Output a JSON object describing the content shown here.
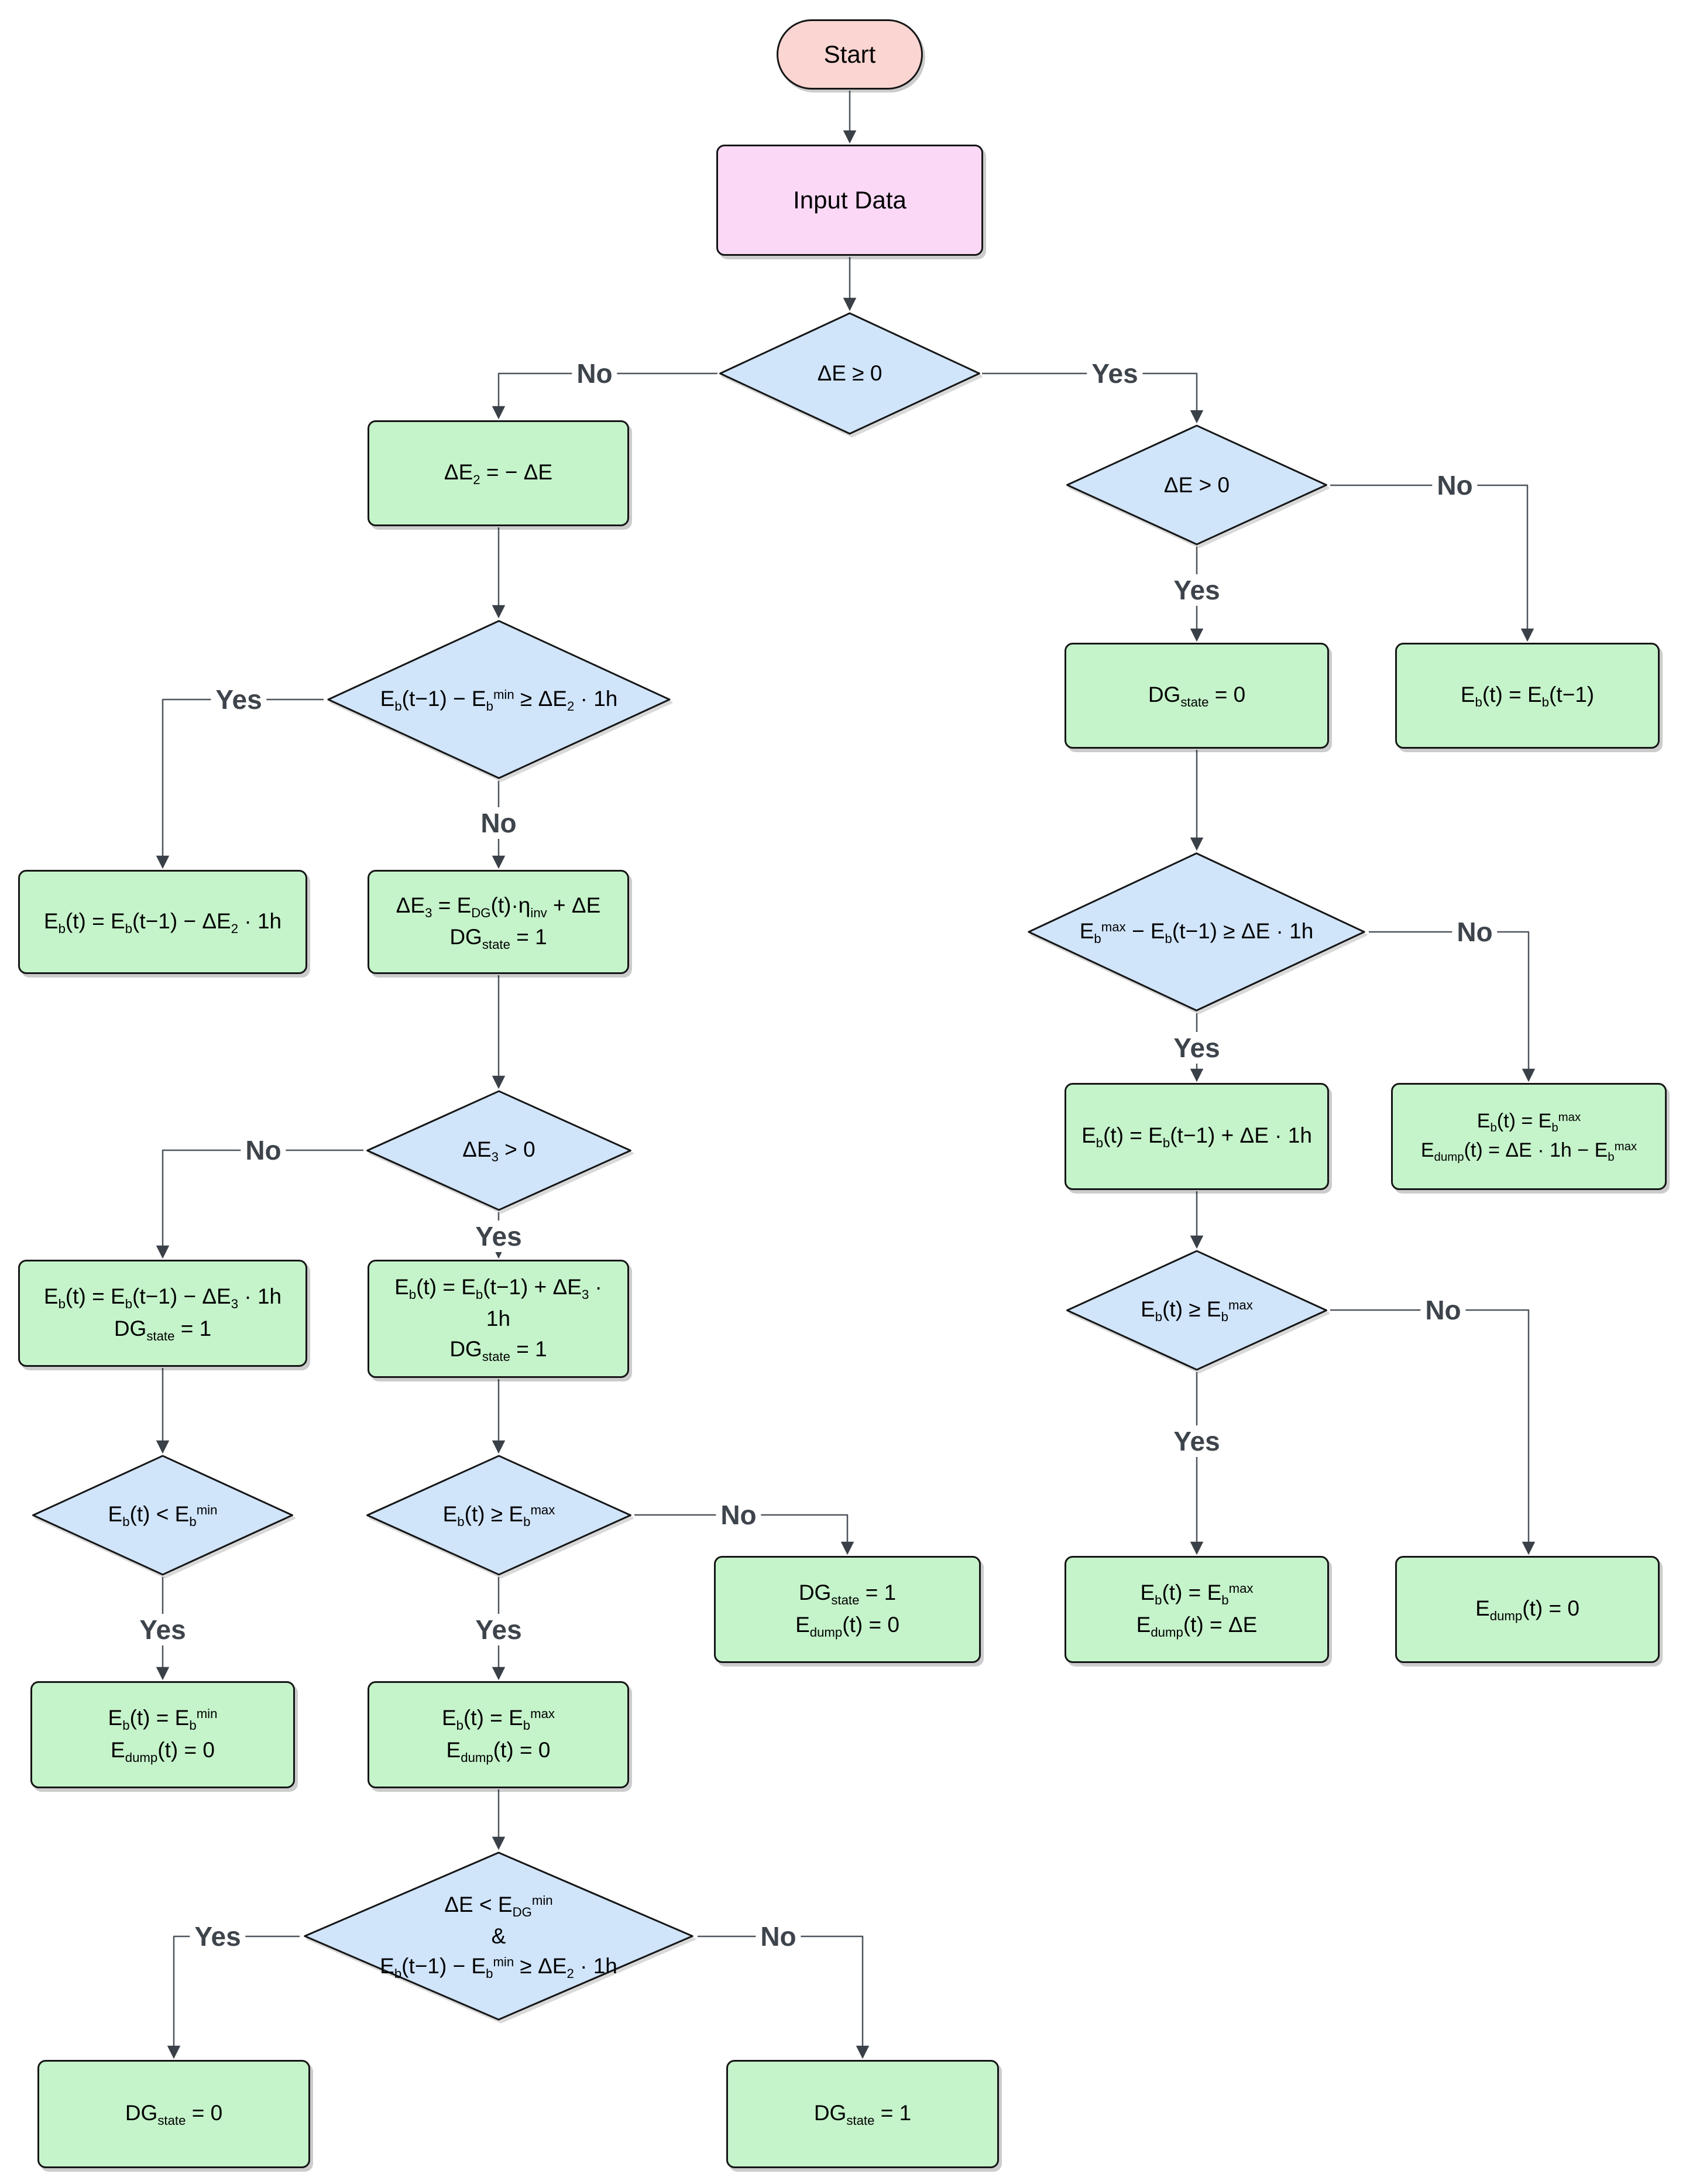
{
  "diagram": {
    "type": "flowchart",
    "topic": "Battery / diesel-generator energy dispatch decision logic"
  },
  "colors": {
    "terminator_fill": "#fbd5d2",
    "io_fill": "#fbd9f6",
    "process_fill": "#c5f3ca",
    "decision_fill": "#d0e4fa",
    "shape_border": "#161616",
    "connector": "#4e555c",
    "branch_label": "#3e444b",
    "background": "#ffffff"
  },
  "nodes": {
    "start": {
      "text": "Start"
    },
    "input": {
      "text": "Input Data"
    },
    "d1": {
      "text": "ΔE ≥ 0"
    },
    "b_de2": {
      "text": "ΔE~2~ = − ΔE"
    },
    "d2": {
      "text": "ΔE > 0"
    },
    "d3": {
      "text": "E~b~(t−1) − E~b~^min^ ≥ ΔE~2~ · 1h"
    },
    "b_dg0_right": {
      "text": "DG~state~ = 0"
    },
    "b_eb_prev": {
      "text": "E~b~(t) =  E~b~(t−1)"
    },
    "b_eb_minus_de2": {
      "text": "E~b~(t) =  E~b~(t−1) − ΔE~2~ · 1h"
    },
    "b_de3": {
      "text": "ΔE~3~ = E~DG~(t)·η~inv~ + ΔE\nDG~state~ = 1"
    },
    "d4": {
      "text": "E~b~^max^ −  E~b~(t−1) ≥ ΔE · 1h"
    },
    "b_eb_plus_de": {
      "text": "E~b~(t) =  E~b~(t−1) + ΔE · 1h"
    },
    "b_eb_max_dump_overflow": {
      "text": "E~b~(t) = E~b~^max^\nE~dump~(t) = ΔE · 1h  −  E~b~^max^"
    },
    "d5": {
      "text": "ΔE~3~  > 0"
    },
    "b_eb_minus_de3": {
      "text": "E~b~(t) =  E~b~(t−1) − ΔE~3~ · 1h\nDG~state~ = 1"
    },
    "b_eb_plus_de3": {
      "text": "E~b~(t) =  E~b~(t−1) + ΔE~3~ ·\n1h\nDG~state~ = 1"
    },
    "d6": {
      "text": "E~b~(t) ≥  E~b~^max^"
    },
    "d7": {
      "text": "E~b~(t) <  E~b~^min^"
    },
    "d8": {
      "text": "E~b~(t) ≥  E~b~^max^"
    },
    "b_dg1_dump0": {
      "text": "DG~state~ = 1\nE~dump~(t) = 0"
    },
    "b_eb_max_dump_de": {
      "text": "E~b~(t) = E~b~^max^\nE~dump~(t) = ΔE"
    },
    "b_dump0_right": {
      "text": "E~dump~(t) = 0"
    },
    "b_eb_min_dump0": {
      "text": "E~b~(t) = E~b~^min^\nE~dump~(t) = 0"
    },
    "b_eb_max_dump0": {
      "text": "E~b~(t) = E~b~^max^\nE~dump~(t) =  0"
    },
    "d9": {
      "text": "ΔE < E~DG~^min^\n&\nE~b~(t−1) − E~b~^min^ ≥ ΔE~2~ · 1h"
    },
    "b_dg0_bottom": {
      "text": "DG~state~ = 0"
    },
    "b_dg1_bottom": {
      "text": "DG~state~ = 1"
    }
  },
  "labels": {
    "no_d1": "No",
    "yes_d1": "Yes",
    "yes_d3": "Yes",
    "no_d3": "No",
    "no_d5": "No",
    "yes_d5": "Yes",
    "yes_d7": "Yes",
    "yes_d8": "Yes",
    "no_d8": "No",
    "yes_d9": "Yes",
    "no_d9": "No",
    "yes_d2": "Yes",
    "no_d2": "No",
    "no_d4": "No",
    "yes_d4": "Yes",
    "no_d6": "No",
    "yes_d6": "Yes"
  }
}
